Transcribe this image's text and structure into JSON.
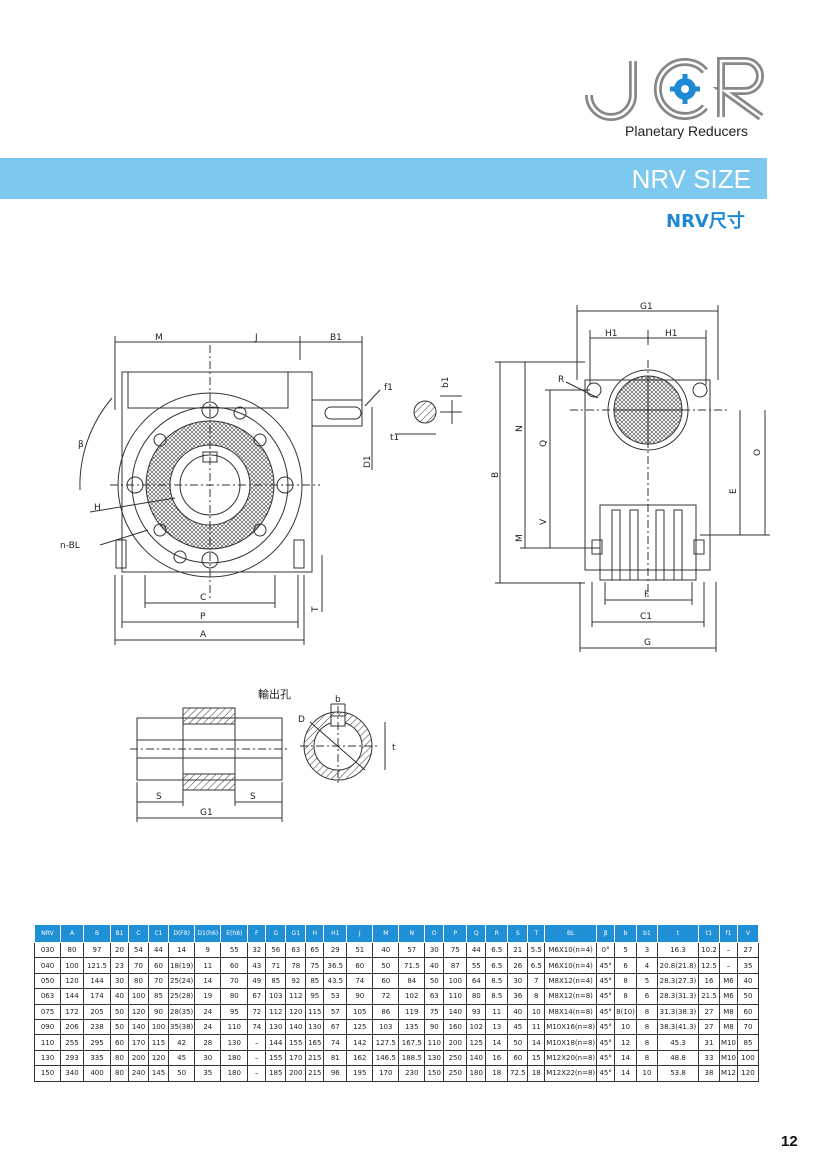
{
  "brand": {
    "logo_text": "JCR",
    "subtitle": "Planetary Reducers"
  },
  "banner": {
    "title": "NRV SIZE"
  },
  "cn_title": "NRV尺寸",
  "drawing_labels": {
    "front": {
      "M": "M",
      "J": "J",
      "B1": "B1",
      "f1": "f1",
      "b1": "b1",
      "t1": "t1",
      "D1": "D1",
      "beta": "β",
      "H": "H",
      "nBL": "n-BL",
      "C": "C",
      "P": "P",
      "A": "A",
      "T": "T"
    },
    "side": {
      "G1": "G1",
      "H1a": "H1",
      "H1b": "H1",
      "R": "R",
      "N": "N",
      "Q": "Q",
      "B": "B",
      "V": "V",
      "M": "M",
      "O": "O",
      "E": "E",
      "F": "F",
      "C1": "C1",
      "G": "G"
    },
    "hole": {
      "title": "輸出孔",
      "b": "b",
      "D": "D",
      "t": "t",
      "S1": "S",
      "S2": "S",
      "G1": "G1"
    }
  },
  "table": {
    "headers": [
      "NRV",
      "A",
      "B",
      "B1",
      "C",
      "C1",
      "D(F8)",
      "D1(h6)",
      "E(h8)",
      "F",
      "G",
      "G1",
      "H",
      "H1",
      "J",
      "M",
      "N",
      "O",
      "P",
      "Q",
      "R",
      "S",
      "T",
      "BL",
      "β",
      "b",
      "b1",
      "t",
      "t1",
      "f1",
      "V"
    ],
    "rows": [
      [
        "030",
        "80",
        "97",
        "20",
        "54",
        "44",
        "14",
        "9",
        "55",
        "32",
        "56",
        "63",
        "65",
        "29",
        "51",
        "40",
        "57",
        "30",
        "75",
        "44",
        "6.5",
        "21",
        "5.5",
        "M6X10(n=4)",
        "0°",
        "5",
        "3",
        "16.3",
        "10.2",
        "–",
        "27"
      ],
      [
        "040",
        "100",
        "121.5",
        "23",
        "70",
        "60",
        "18(19)",
        "11",
        "60",
        "43",
        "71",
        "78",
        "75",
        "36.5",
        "60",
        "50",
        "71.5",
        "40",
        "87",
        "55",
        "6.5",
        "26",
        "6.5",
        "M6X10(n=4)",
        "45°",
        "6",
        "4",
        "20.8(21.8)",
        "12.5",
        "–",
        "35"
      ],
      [
        "050",
        "120",
        "144",
        "30",
        "80",
        "70",
        "25(24)",
        "14",
        "70",
        "49",
        "85",
        "92",
        "85",
        "43.5",
        "74",
        "60",
        "84",
        "50",
        "100",
        "64",
        "8.5",
        "30",
        "7",
        "M8X12(n=4)",
        "45°",
        "8",
        "5",
        "28.3(27.3)",
        "16",
        "M6",
        "40"
      ],
      [
        "063",
        "144",
        "174",
        "40",
        "100",
        "85",
        "25(28)",
        "19",
        "80",
        "67",
        "103",
        "112",
        "95",
        "53",
        "90",
        "72",
        "102",
        "63",
        "110",
        "80",
        "8.5",
        "36",
        "8",
        "M8X12(n=8)",
        "45°",
        "8",
        "6",
        "28.3(31.3)",
        "21.5",
        "M6",
        "50"
      ],
      [
        "075",
        "172",
        "205",
        "50",
        "120",
        "90",
        "28(35)",
        "24",
        "95",
        "72",
        "112",
        "120",
        "115",
        "57",
        "105",
        "86",
        "119",
        "75",
        "140",
        "93",
        "11",
        "40",
        "10",
        "M8X14(n=8)",
        "45°",
        "8(10)",
        "8",
        "31.3(38.3)",
        "27",
        "M8",
        "60"
      ],
      [
        "090",
        "206",
        "238",
        "50",
        "140",
        "100",
        "35(38)",
        "24",
        "110",
        "74",
        "130",
        "140",
        "130",
        "67",
        "125",
        "103",
        "135",
        "90",
        "160",
        "102",
        "13",
        "45",
        "11",
        "M10X16(n=8)",
        "45°",
        "10",
        "8",
        "38.3(41.3)",
        "27",
        "M8",
        "70"
      ],
      [
        "110",
        "255",
        "295",
        "60",
        "170",
        "115",
        "42",
        "28",
        "130",
        "–",
        "144",
        "155",
        "165",
        "74",
        "142",
        "127.5",
        "167.5",
        "110",
        "200",
        "125",
        "14",
        "50",
        "14",
        "M10X18(n=8)",
        "45°",
        "12",
        "8",
        "45.3",
        "31",
        "M10",
        "85"
      ],
      [
        "130",
        "293",
        "335",
        "80",
        "200",
        "120",
        "45",
        "30",
        "180",
        "–",
        "155",
        "170",
        "215",
        "81",
        "162",
        "146.5",
        "188.5",
        "130",
        "250",
        "140",
        "16",
        "60",
        "15",
        "M12X20(n=8)",
        "45°",
        "14",
        "8",
        "48.8",
        "33",
        "M10",
        "100"
      ],
      [
        "150",
        "340",
        "400",
        "80",
        "240",
        "145",
        "50",
        "35",
        "180",
        "–",
        "185",
        "200",
        "215",
        "96",
        "195",
        "170",
        "230",
        "150",
        "250",
        "180",
        "18",
        "72.5",
        "18",
        "M12X22(n=8)",
        "45°",
        "14",
        "10",
        "53.8",
        "38",
        "M12",
        "120"
      ]
    ]
  },
  "page_number": "12"
}
